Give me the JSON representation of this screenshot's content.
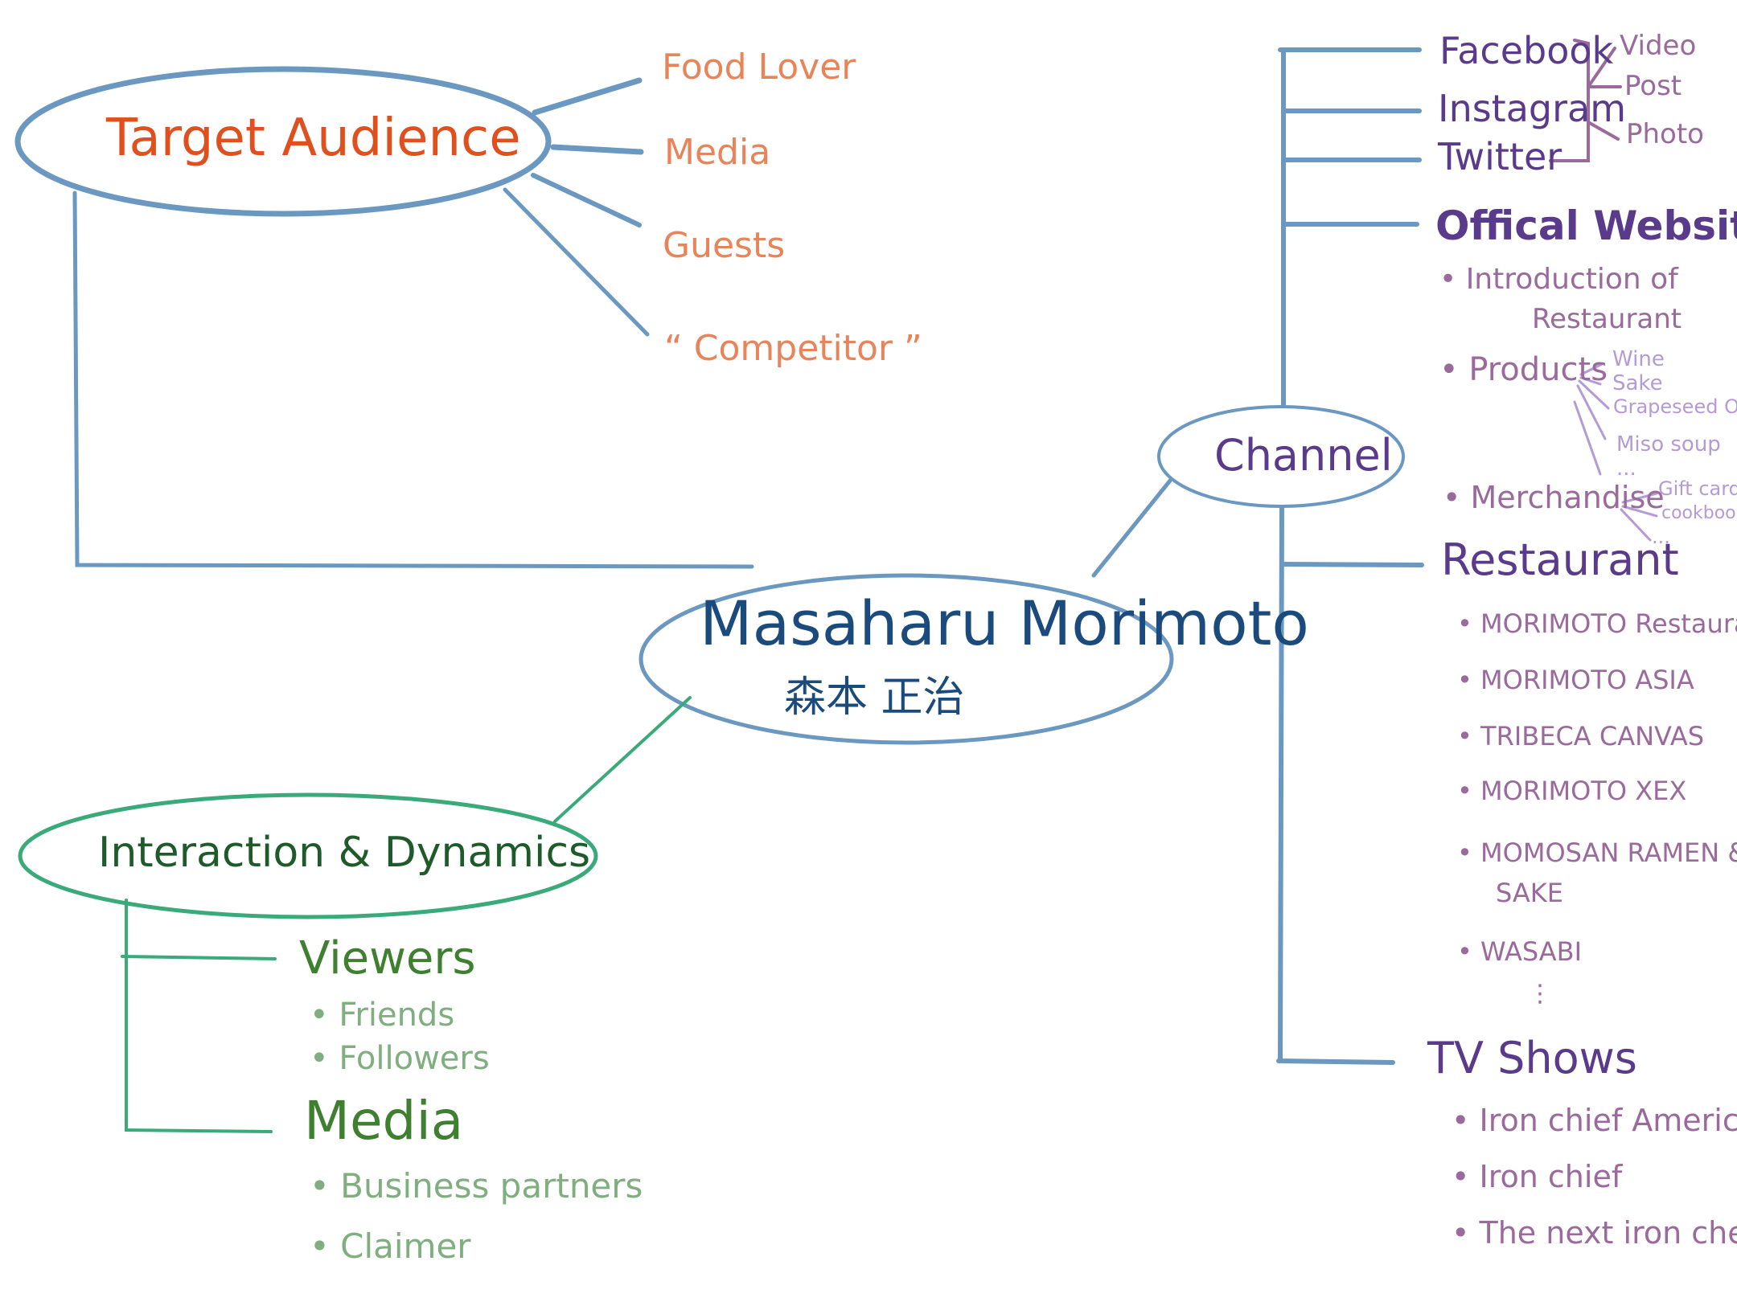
{
  "center": {
    "name_en": "Masaharu Morimoto",
    "name_jp": "森本 正治"
  },
  "target_audience": {
    "title": "Target Audience",
    "items": [
      "Food Lover",
      "Media",
      "Guests",
      "“ Competitor ”"
    ]
  },
  "channel": {
    "title": "Channel",
    "social": {
      "platforms": [
        "Facebook",
        "Instagram",
        "Twitter"
      ],
      "content_types": [
        "Video",
        "Post",
        "Photo"
      ]
    },
    "official_website": {
      "title": "Offical Website",
      "items": [
        {
          "label": "Introduction of",
          "label2": "Restaurant"
        },
        {
          "label": "Products",
          "sub": [
            "Wine",
            "Sake",
            "Grapeseed Oils",
            "Miso soup",
            "..."
          ]
        },
        {
          "label": "Merchandise",
          "sub": [
            "Gift cards",
            "cookbooks",
            "..."
          ]
        }
      ]
    },
    "restaurant": {
      "title": "Restaurant",
      "items": [
        "MORIMOTO Restaurant",
        "MORIMOTO ASIA",
        "TRIBECA CANVAS",
        "MORIMOTO XEX",
        "MOMOSAN RAMEN &",
        "SAKE",
        "WASABI",
        "⋮"
      ]
    },
    "tv_shows": {
      "title": "TV Shows",
      "items": [
        "Iron chief America",
        "Iron chief",
        "The next iron chef"
      ]
    }
  },
  "interaction": {
    "title": "Interaction & Dynamics",
    "viewers": {
      "title": "Viewers",
      "items": [
        "Friends",
        "Followers"
      ]
    },
    "media": {
      "title": "Media",
      "items": [
        "Business partners",
        "Claimer"
      ]
    }
  },
  "colors": {
    "line_blue": "#6a98c0",
    "line_green": "#3aaa7a",
    "orange_title": "#e0501e",
    "orange_item": "#e8845a",
    "navy": "#1b4a7c",
    "purple_dark": "#5a3a8a",
    "purple_mid": "#9a6a9c",
    "lavender": "#b49ad6",
    "green_dark": "#1e5a2a",
    "green_mid": "#3f7f30",
    "green_light": "#7fae7f"
  }
}
